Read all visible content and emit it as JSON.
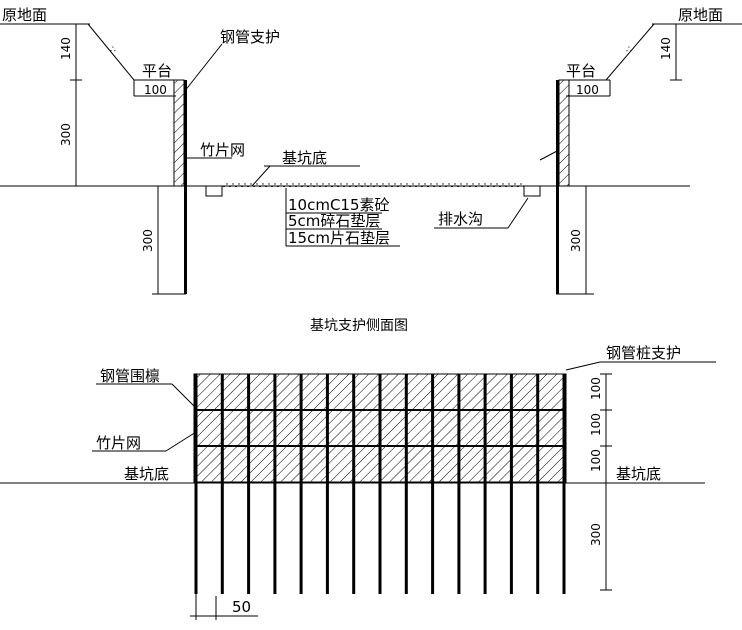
{
  "side_view": {
    "labels": {
      "original_ground_left": "原地面",
      "original_ground_right": "原地面",
      "steel_pipe_support": "钢管支护",
      "platform_left": "平台",
      "platform_right": "平台",
      "bamboo_mesh": "竹片网",
      "pit_bottom": "基坑底",
      "layer_1": "10cmC15素砼",
      "layer_2": "5cm碎石垫层",
      "layer_3": "15cm片石垫层",
      "drainage_ditch": "排水沟"
    },
    "dimensions": {
      "slope_height_left": "140",
      "slope_height_right": "140",
      "platform_width_left": "100",
      "platform_width_right": "100",
      "support_height": "300",
      "embed_depth_left": "300",
      "embed_depth_right": "300"
    },
    "caption": "基坑支护侧面图"
  },
  "front_view": {
    "labels": {
      "pile_support": "钢管桩支护",
      "purlin": "钢管围檩",
      "bamboo_mesh": "竹片网",
      "pit_bottom_left": "基坑底",
      "pit_bottom_right": "基坑底"
    },
    "dimensions": {
      "band_1": "100",
      "band_2": "100",
      "band_3": "100",
      "embed": "300",
      "spacing": "50"
    },
    "pile_count": 15
  }
}
